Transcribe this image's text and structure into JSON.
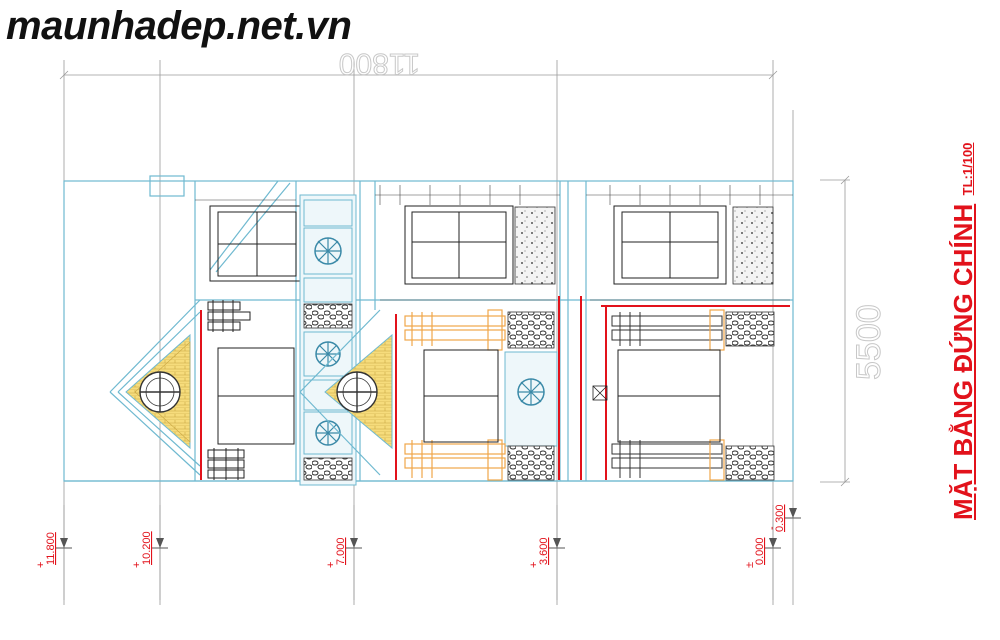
{
  "watermark": "maunhadep.net.vn",
  "title": {
    "main": "MẶT BẰNG ĐỨNG CHÍNH",
    "scale": "TL:1/100"
  },
  "dimensions": {
    "width": "11800",
    "height": "5500"
  },
  "levels": [
    {
      "sign": "+",
      "value": "11.800"
    },
    {
      "sign": "+",
      "value": "10.200"
    },
    {
      "sign": "+",
      "value": "7.000"
    },
    {
      "sign": "+",
      "value": "3.600"
    },
    {
      "sign": "±",
      "value": "0.000"
    },
    {
      "sign": "-",
      "value": "0.300"
    }
  ],
  "colors": {
    "outline": "#6fb9d0",
    "detail": "#222222",
    "red": "#e2121b",
    "orange": "#f0a64a",
    "yellow": "#efd36a",
    "axis": "#9a9a9a"
  }
}
